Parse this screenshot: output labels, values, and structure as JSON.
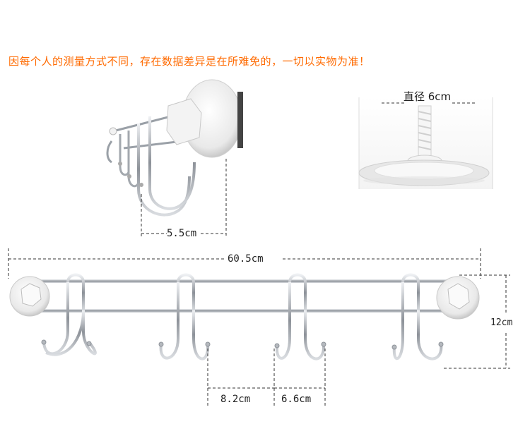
{
  "notice": "因每个人的测量方式不同，存在数据差异是在所难免的，一切以实物为准！",
  "labels": {
    "suction_diameter": "直径 6cm",
    "side_depth": "5.5cm",
    "total_length": "60.5cm",
    "height": "12cm",
    "hook_gap_between": "8.2cm",
    "hook_pair_width": "6.6cm"
  },
  "colors": {
    "notice": "#ff6a00",
    "dimension_line": "#333333",
    "chrome": "#b8bcc2",
    "suction_cup": "#f2f2f2"
  }
}
